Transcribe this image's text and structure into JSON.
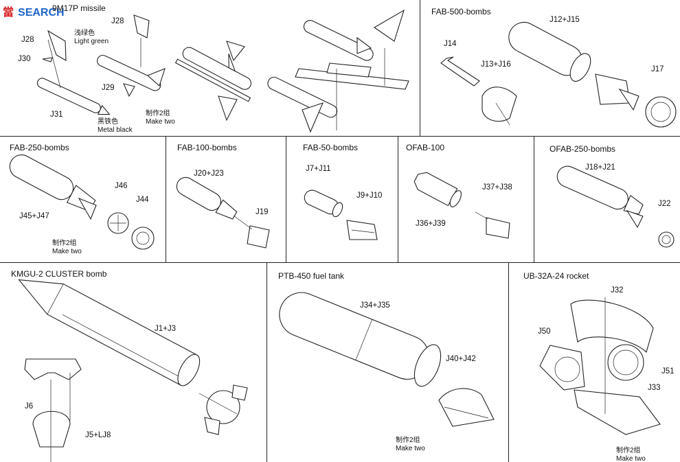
{
  "watermark": {
    "logo": "當",
    "site": "SEARCH"
  },
  "panels": {
    "missile": {
      "title": "9M17P missile",
      "labels": {
        "j28a": "J28",
        "j30": "J30",
        "j31": "J31",
        "j28b": "J28",
        "j29": "J29"
      },
      "color_cn": "浅绿色",
      "color_en": "Light green",
      "metal_cn": "黑铁色",
      "metal_en": "Metal black",
      "make_cn": "制作2组",
      "make_en": "Make two"
    },
    "fab500": {
      "title": "FAB-500-bombs",
      "labels": {
        "j14": "J14",
        "j12j15": "J12+J15",
        "j13j16": "J13+J16",
        "j17": "J17"
      }
    },
    "fab250": {
      "title": "FAB-250-bombs",
      "labels": {
        "j46": "J46",
        "j44": "J44",
        "j45j47": "J45+J47"
      },
      "make_cn": "制作2组",
      "make_en": "Make two"
    },
    "fab100": {
      "title": "FAB-100-bombs",
      "labels": {
        "j20j23": "J20+J23",
        "j19": "J19"
      }
    },
    "fab50": {
      "title": "FAB-50-bombs",
      "labels": {
        "j7j11": "J7+J11",
        "j9j10": "J9+J10"
      }
    },
    "ofab100": {
      "title": "OFAB-100",
      "labels": {
        "j37j38": "J37+J38",
        "j36j39": "J36+J39"
      }
    },
    "ofab250": {
      "title": "OFAB-250-bombs",
      "labels": {
        "j18j21": "J18+J21",
        "j22": "J22"
      }
    },
    "kmgu": {
      "title": "KMGU-2 CLUSTER bomb",
      "labels": {
        "j1j3": "J1+J3",
        "j6": "J6",
        "j5lj8": "J5+LJ8"
      }
    },
    "ptb": {
      "title": "PTB-450 fuel tank",
      "labels": {
        "j34j35": "J34+J35",
        "j40j42": "J40+J42"
      },
      "make_cn": "制作2组",
      "make_en": "Make two"
    },
    "ub32": {
      "title": "UB-32A-24 rocket",
      "labels": {
        "j32": "J32",
        "j50": "J50",
        "j51": "J51",
        "j33": "J33"
      },
      "make_cn": "制作2组",
      "make_en": "Make two"
    }
  }
}
